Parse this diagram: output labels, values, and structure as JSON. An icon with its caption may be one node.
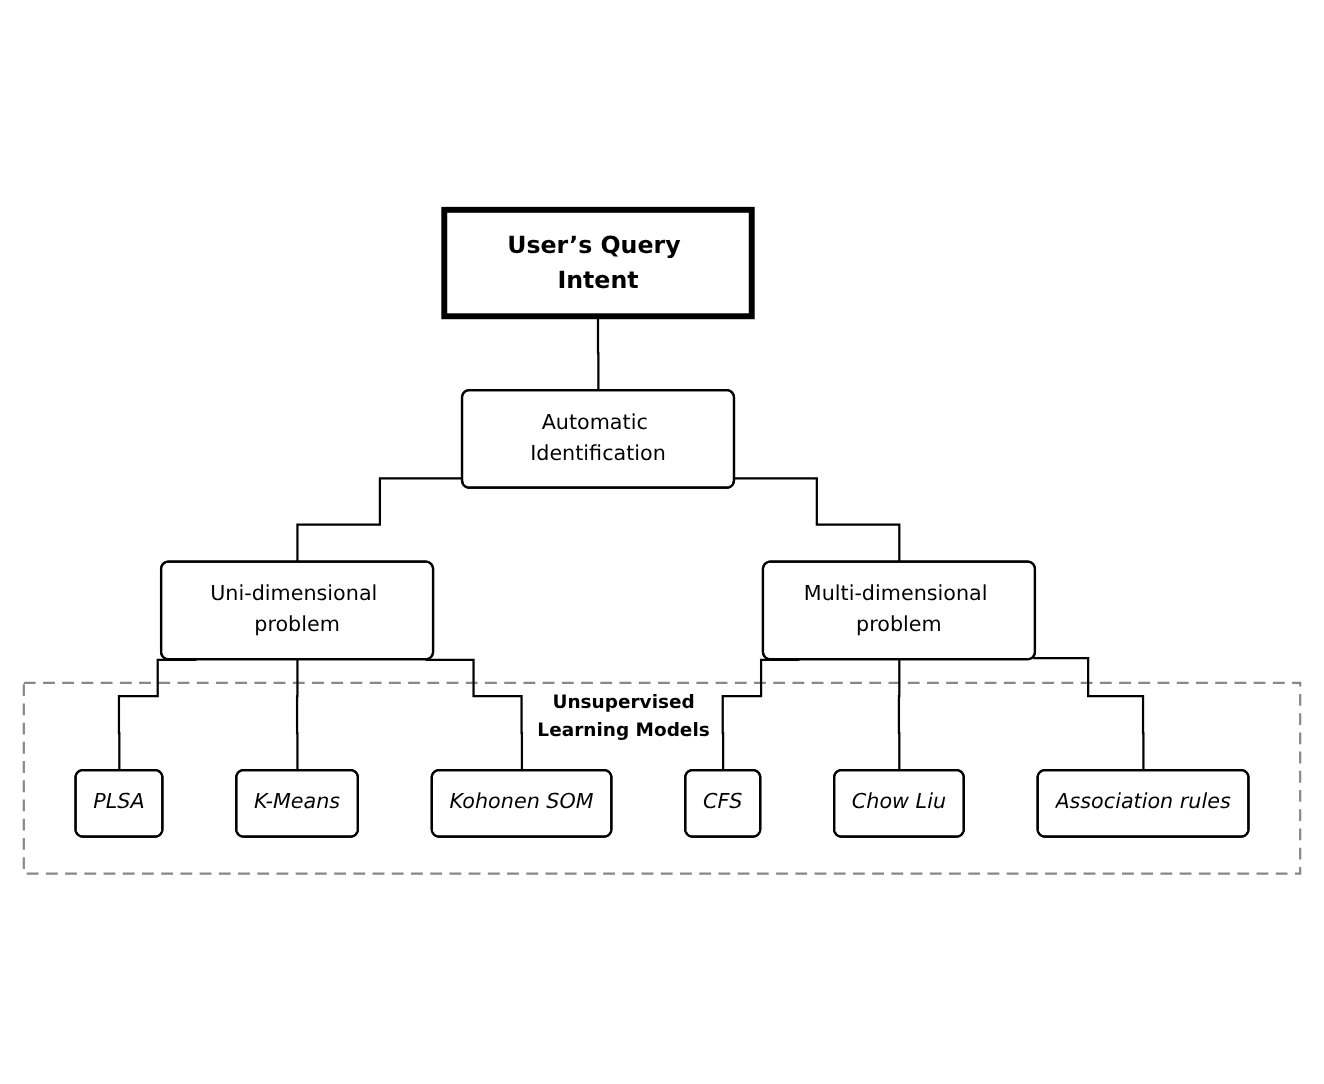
{
  "diagram": {
    "nodes": [
      {
        "text": [
          "User’s Query Intent"
        ]
      },
      {
        "text": [
          "Automatic Identification"
        ]
      },
      {
        "text": [
          "Uni-dimensional problem"
        ]
      },
      {
        "text": [
          "Multi-dimensional problem"
        ]
      },
      {
        "text": [
          "Unsupervised Learning Models"
        ]
      },
      {
        "text": [
          "PLSA"
        ],
        "in": 4
      },
      {
        "text": [
          "K-Means"
        ],
        "in": 4
      },
      {
        "text": [
          "Kohonen SOM"
        ],
        "in": 4
      },
      {
        "text": [
          "CFS"
        ],
        "in": 4
      },
      {
        "text": [
          "Chow Liu"
        ],
        "in": 4
      },
      {
        "text": [
          "Association rules"
        ],
        "in": 4
      }
    ],
    "edges": [
      {
        "from": 0,
        "to": 1,
        "arrow": "none"
      },
      {
        "from": 1,
        "to": 2,
        "arrow": "none"
      },
      {
        "from": 1,
        "to": 3,
        "arrow": "none"
      },
      {
        "from": 2,
        "to": 5,
        "arrow": "none"
      },
      {
        "from": 2,
        "to": 6,
        "arrow": "none"
      },
      {
        "from": 2,
        "to": 7,
        "arrow": "none"
      },
      {
        "from": 3,
        "to": 8,
        "arrow": "none"
      },
      {
        "from": 3,
        "to": 9,
        "arrow": "none"
      },
      {
        "from": 3,
        "to": 10,
        "arrow": "none"
      }
    ]
  }
}
